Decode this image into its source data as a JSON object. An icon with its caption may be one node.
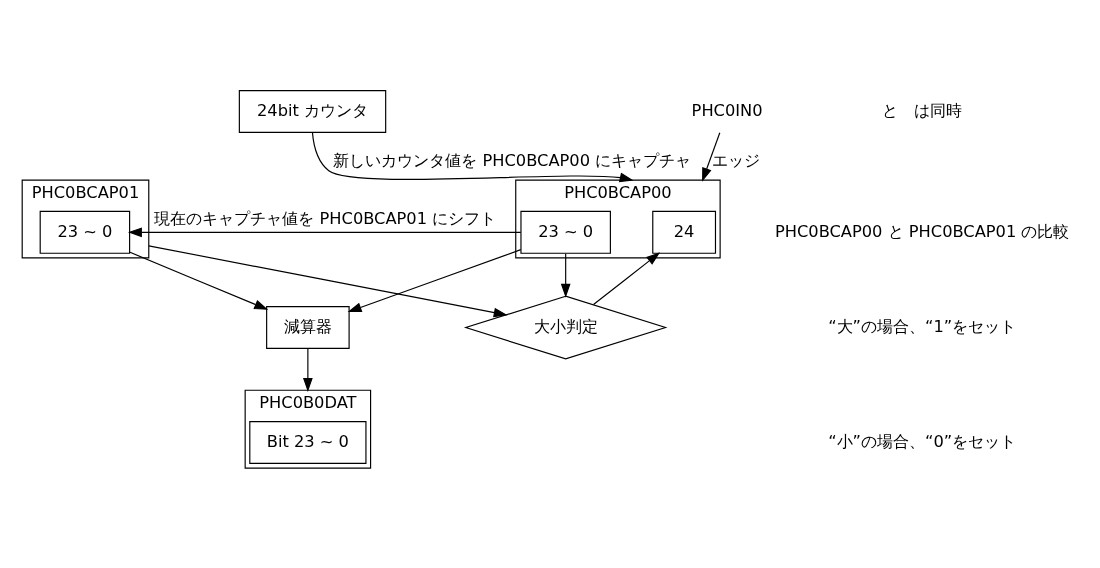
{
  "diagram": {
    "nodes": [
      {
        "text": [
          "24bit カウンタ"
        ]
      },
      {
        "text": [
          "PHC0IN0"
        ]
      },
      {
        "text": [
          "PHC0BCAP00"
        ]
      },
      {
        "text": [
          "24"
        ],
        "in": 2
      },
      {
        "text": [
          "23 ~ 0"
        ],
        "in": 2
      },
      {
        "text": [
          "大小判定"
        ]
      },
      {
        "text": [
          "PHC0BCAP01"
        ]
      },
      {
        "text": [
          "23 ~ 0"
        ],
        "in": 6
      },
      {
        "text": [
          "減算器"
        ]
      },
      {
        "text": [
          "PHC0B0DAT"
        ]
      },
      {
        "text": [
          "Bit 23 ~ 0"
        ],
        "in": 9
      }
    ],
    "edges": [
      {
        "from": 0,
        "to": 2,
        "arrow": "to",
        "label": "新しいカウンタ値を PHC0BCAP00 にキャプチャ"
      },
      {
        "from": 1,
        "to": 2,
        "arrow": "to",
        "label": "エッジ"
      },
      {
        "from": 4,
        "to": 5,
        "arrow": "to"
      },
      {
        "from": 5,
        "to": 3,
        "arrow": "to"
      },
      {
        "from": 6,
        "to": 5,
        "arrow": "to"
      },
      {
        "from": 4,
        "to": 7,
        "arrow": "to",
        "label": "現在のキャプチャ値を PHC0BCAP01 にシフト"
      },
      {
        "from": 4,
        "to": 8,
        "arrow": "to"
      },
      {
        "from": 7,
        "to": 8,
        "arrow": "to"
      },
      {
        "from": 8,
        "to": 9,
        "arrow": "to"
      }
    ],
    "labels": [
      "と　は同時",
      "PHC0BCAP00 と PHC0BCAP01 の比較",
      "“大”の場合、“1”をセット",
      "“小”の場合、“0”をセット"
    ]
  }
}
